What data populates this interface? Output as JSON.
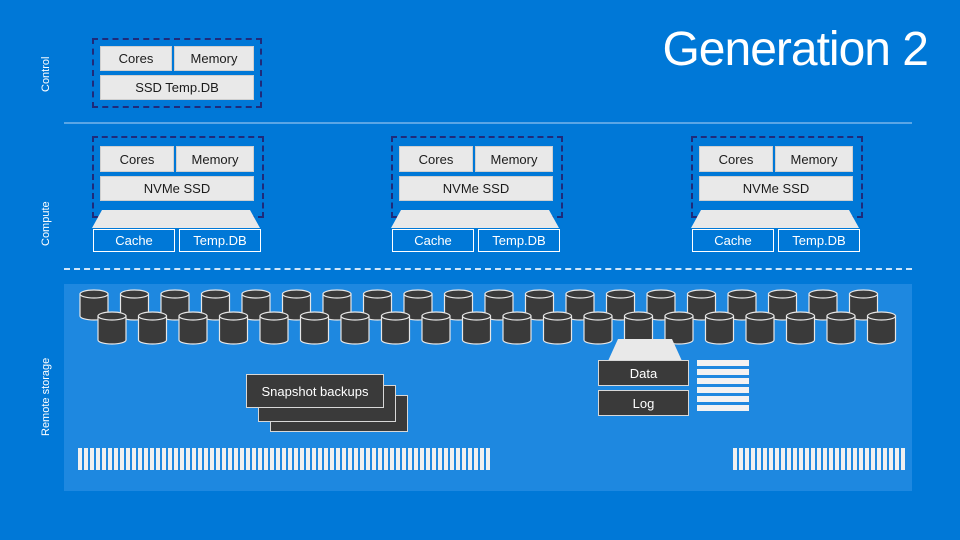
{
  "title": "Generation 2",
  "sections": {
    "control": "Control",
    "compute": "Compute",
    "remote_storage": "Remote storage"
  },
  "control_node": {
    "cores": "Cores",
    "memory": "Memory",
    "storage": "SSD Temp.DB"
  },
  "compute_nodes": [
    {
      "cores": "Cores",
      "memory": "Memory",
      "ssd": "NVMe SSD",
      "cache": "Cache",
      "tempdb": "Temp.DB"
    },
    {
      "cores": "Cores",
      "memory": "Memory",
      "ssd": "NVMe SSD",
      "cache": "Cache",
      "tempdb": "Temp.DB"
    },
    {
      "cores": "Cores",
      "memory": "Memory",
      "ssd": "NVMe SSD",
      "cache": "Cache",
      "tempdb": "Temp.DB"
    }
  ],
  "storage": {
    "snapshot": "Snapshot backups",
    "data": "Data",
    "log": "Log"
  },
  "colors": {
    "background": "#0078d7",
    "panel": "#1e88e0",
    "node_border": "#1f2a7a",
    "disk": "#3a3a3a"
  }
}
